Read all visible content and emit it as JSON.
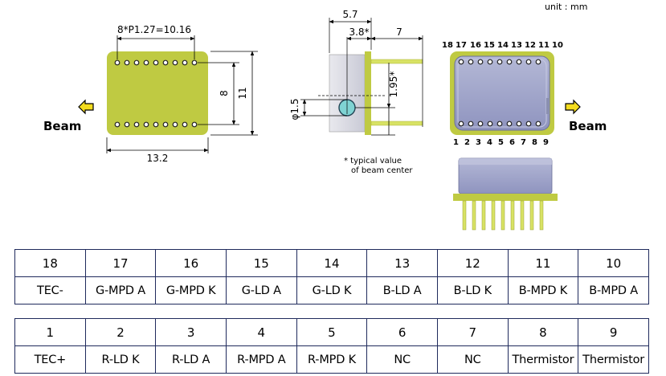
{
  "units": "unit : mm",
  "bottom_view": {
    "pitch_label": "8*P1.27=10.16",
    "pin_span_label": "8",
    "height_label": "11",
    "width_label": "13.2",
    "beam_label": "Beam"
  },
  "side_view": {
    "width_label": "5.7",
    "center_label": "3.8*",
    "lead_label": "7",
    "beam_height_label": "1.95*",
    "aperture_label": "φ1.5",
    "note_line1": "* typical value",
    "note_line2": "of beam center"
  },
  "top_view": {
    "top_pin_numbers": [
      "18",
      "17",
      "16",
      "15",
      "14",
      "13",
      "12",
      "11",
      "10"
    ],
    "bottom_pin_numbers": [
      "1",
      "2",
      "3",
      "4",
      "5",
      "6",
      "7",
      "8",
      "9"
    ],
    "beam_label": "Beam"
  },
  "pin_table_top": {
    "numbers": [
      "18",
      "17",
      "16",
      "15",
      "14",
      "13",
      "12",
      "11",
      "10"
    ],
    "functions": [
      "TEC-",
      "G-MPD A",
      "G-MPD K",
      "G-LD A",
      "G-LD K",
      "B-LD A",
      "B-LD K",
      "B-MPD K",
      "B-MPD A"
    ]
  },
  "pin_table_bottom": {
    "numbers": [
      "1",
      "2",
      "3",
      "4",
      "5",
      "6",
      "7",
      "8",
      "9"
    ],
    "functions": [
      "TEC+",
      "R-LD K",
      "R-LD A",
      "R-MPD A",
      "R-MPD K",
      "NC",
      "NC",
      "Thermistor",
      "Thermistor"
    ]
  },
  "colors": {
    "package_yellow": "#bfca42",
    "lid_lavender": "#a3a8cc",
    "lens_cyan": "#7fd3d3",
    "table_border": "#1f2a5c",
    "pin_lead": "#d8e264"
  }
}
